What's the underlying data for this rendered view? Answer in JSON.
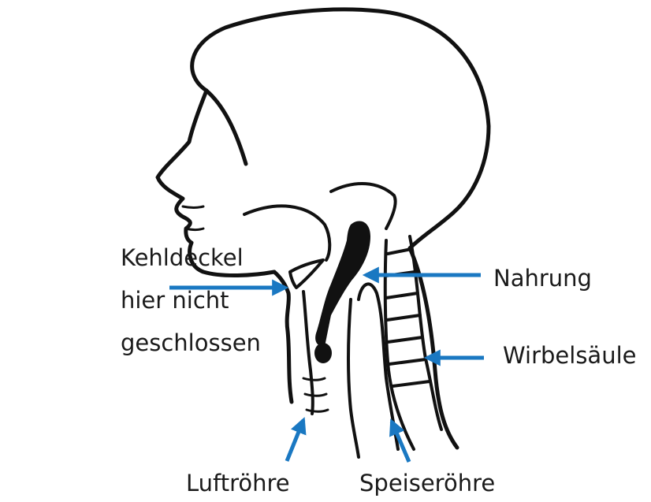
{
  "labels": {
    "kehldeckel_line1": "Kehldeckel",
    "kehldeckel_line2": "hier nicht",
    "kehldeckel_line3": "geschlossen",
    "nahrung": "Nahrung",
    "wirbelsaeule": "Wirbelsäule",
    "luftroehre": "Luftröhre",
    "speiseroehre": "Speiseröhre"
  },
  "colors": {
    "arrow": "#1a78c2",
    "drawing": "#111111",
    "background": "#ffffff",
    "text": "#1a1a1a"
  }
}
